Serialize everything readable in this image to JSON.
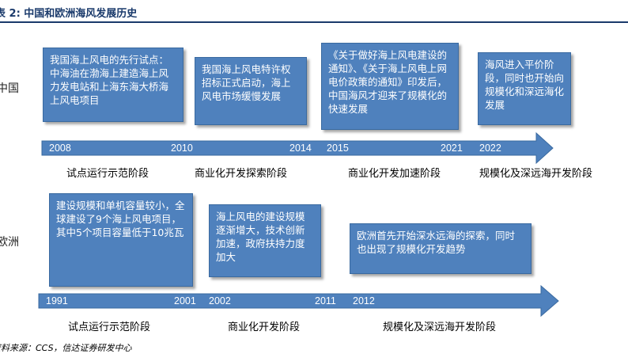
{
  "figure": {
    "title": "表 2:  中国和欧洲海风发展历史",
    "source": "资料来源：CCS，信达证券研发中心"
  },
  "colors": {
    "title": "#1a3a6b",
    "box_fill": "#4f81bd",
    "box_text": "#ffffff",
    "arrow_fill": "#4f81bd"
  },
  "china": {
    "label": "中国",
    "boxes": [
      {
        "text": "我国海上风电的先行试点：中海油在渤海上建造海上风力发电站和上海东海大桥海上风电项目"
      },
      {
        "text": "我国海上风电特许权招标正式启动，海上风电市场缓慢发展"
      },
      {
        "text": "《关于做好海上风电建设的通知》、《关于海上风电上网电价政策的通知》印发后，中国海风才迎来了规模化的快速发展"
      },
      {
        "text": "海风进入平价阶段，同时也开始向规模化和深远海化发展"
      }
    ],
    "years": [
      "2008",
      "2010",
      "2014",
      "2015",
      "2021",
      "2022"
    ],
    "phases": [
      "试点运行示范阶段",
      "商业化开发探索阶段",
      "商业化开发加速阶段",
      "规模化及深远海开发阶段"
    ]
  },
  "europe": {
    "label": "欧洲",
    "boxes": [
      {
        "text": "建设规模和单机容量较小，全球建设了9个海上风电项目，其中5个项目容量低于10兆瓦"
      },
      {
        "text": "海上风电的建设规模逐渐增大，技术创新加速，政府扶持力度加大"
      },
      {
        "text": "欧洲首先开始深水远海的探索，同时也出现了规模化开发趋势"
      }
    ],
    "years": [
      "1991",
      "2001",
      "2002",
      "2011",
      "2012"
    ],
    "phases": [
      "试点运行示范阶段",
      "商业化开发阶段",
      "规模化及深远海开发阶段"
    ]
  }
}
